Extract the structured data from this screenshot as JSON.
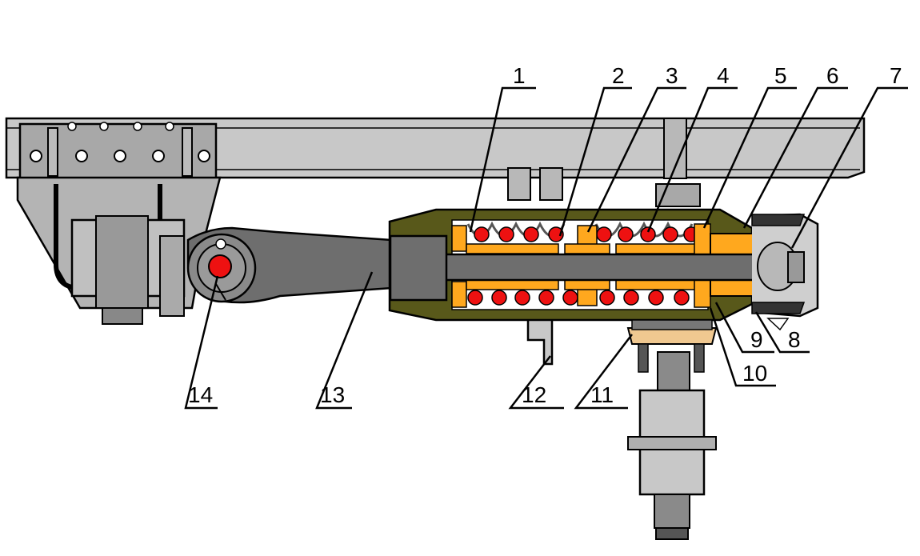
{
  "diagram": {
    "callouts": [
      {
        "id": "1",
        "text": "1"
      },
      {
        "id": "2",
        "text": "2"
      },
      {
        "id": "3",
        "text": "3"
      },
      {
        "id": "4",
        "text": "4"
      },
      {
        "id": "5",
        "text": "5"
      },
      {
        "id": "6",
        "text": "6"
      },
      {
        "id": "7",
        "text": "7"
      },
      {
        "id": "8",
        "text": "8"
      },
      {
        "id": "9",
        "text": "9"
      },
      {
        "id": "10",
        "text": "10"
      },
      {
        "id": "11",
        "text": "11"
      },
      {
        "id": "12",
        "text": "12"
      },
      {
        "id": "13",
        "text": "13"
      },
      {
        "id": "14",
        "text": "14"
      }
    ],
    "colors": {
      "frame": "#c8c8c8",
      "steel_dark": "#666666",
      "steel_mid": "#8c8c8c",
      "housing": "#58581a",
      "plates": "#ffa81e",
      "spring_coils": "#ee1111",
      "wood_pad": "#f0c890",
      "outline": "#000000"
    }
  }
}
